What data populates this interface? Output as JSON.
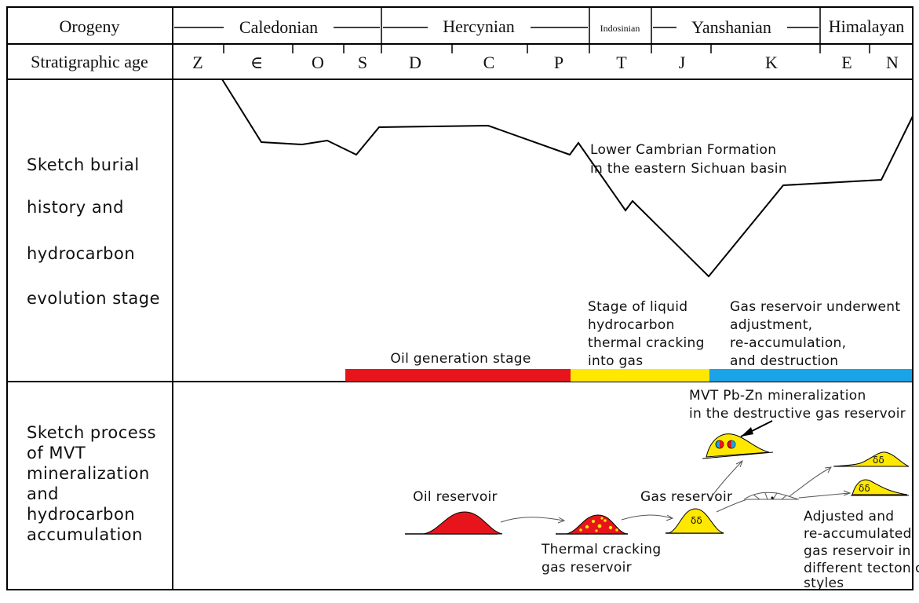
{
  "header": {
    "orogeny_label": "Orogeny",
    "age_label": "Stratigraphic age",
    "orogenies": [
      "Caledonian",
      "Hercynian",
      "Indosinian",
      "Yanshanian",
      "Himalayan"
    ],
    "ages": [
      "Z",
      "∈",
      "O",
      "S",
      "D",
      "C",
      "P",
      "T",
      "J",
      "K",
      "E",
      "N"
    ]
  },
  "burial": {
    "row_label": [
      "Sketch burial",
      "history  and",
      "hydrocarbon",
      "evolution stage"
    ],
    "curve_label": [
      "Lower Cambrian Formation",
      "in the eastern Sichuan basin"
    ],
    "stages": [
      {
        "text": [
          "Oil generation  stage"
        ],
        "color": "#e8141b"
      },
      {
        "text": [
          "Stage of liquid",
          "hydrocarbon",
          "thermal cracking",
          "into gas"
        ],
        "color": "#ffe800"
      },
      {
        "text": [
          "Gas reservoir underwent",
          "adjustment,",
          "re-accumulation,",
          "and destruction"
        ],
        "color": "#1aa3e6"
      }
    ]
  },
  "mvt": {
    "row_label": [
      "Sketch process",
      "of MVT",
      "mineralization",
      "and",
      "hydrocarbon",
      "accumulation"
    ],
    "labels": {
      "oil": [
        "Oil reservoir"
      ],
      "thermal": [
        "Thermal cracking",
        "gas reservoir"
      ],
      "gas": [
        "Gas reservoir"
      ],
      "mvt": [
        "MVT Pb-Zn mineralization",
        "in the destructive gas reservoir"
      ],
      "adjusted": [
        "Adjusted and",
        "re-accumulated",
        "gas reservoir in",
        "different tectonic",
        "styles"
      ]
    }
  }
}
